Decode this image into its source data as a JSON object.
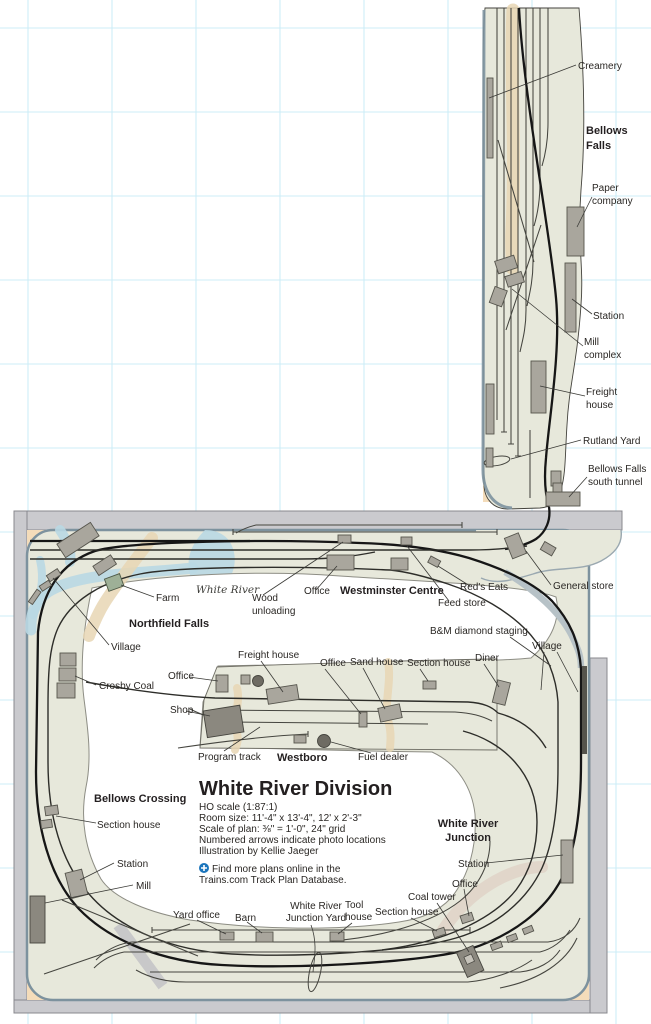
{
  "title_block": {
    "title": "White River Division",
    "scale_line": "HO scale (1:87:1)",
    "room_line": "Room size: 11'-4\" x 13'-4\", 12' x 2'-3\"",
    "plan_scale_line": "Scale of plan: ⅜\" = 1'-0\", 24\" grid",
    "arrows_line": "Numbered arrows indicate photo locations",
    "credit_line": "Illustration by Kellie Jaeger",
    "find_line_1": "Find more plans online in the",
    "find_line_2": "Trains.com Track Plan Database."
  },
  "shelf": {
    "region_1": "Bellows",
    "region_2": "Falls",
    "creamery": "Creamery",
    "paper_company_1": "Paper",
    "paper_company_2": "company",
    "station": "Station",
    "mill_complex_1": "Mill",
    "mill_complex_2": "complex",
    "freight_house_1": "Freight",
    "freight_house_2": "house",
    "rutland_yard": "Rutland Yard",
    "south_tunnel_1": "Bellows Falls",
    "south_tunnel_2": "south tunnel"
  },
  "main": {
    "farm": "Farm",
    "northfield_falls": "Northfield Falls",
    "village_nw": "Village",
    "crosby_coal": "Crosby Coal",
    "white_river": "White River",
    "wood_unloading_1": "Wood",
    "wood_unloading_2": "unloading",
    "office_top": "Office",
    "westminster_centre": "Westminster Centre",
    "feed_store": "Feed store",
    "reds_eats": "Red's Eats",
    "general_store": "General store",
    "bm_staging": "B&M diamond staging",
    "village_east": "Village",
    "diner": "Diner",
    "section_house_center": "Section house",
    "sand_house": "Sand house",
    "office_center": "Office",
    "freight_house": "Freight house",
    "office_west": "Office",
    "shop": "Shop",
    "program_track": "Program track",
    "westboro": "Westboro",
    "fuel_dealer": "Fuel dealer",
    "bellows_crossing": "Bellows Crossing",
    "section_house_sw": "Section house",
    "station_sw": "Station",
    "mill_sw": "Mill",
    "wrj_1": "White River",
    "wrj_2": "Junction",
    "station_se": "Station",
    "office_se": "Office",
    "coal_tower": "Coal tower",
    "section_house_south": "Section house",
    "yard_office": "Yard office",
    "barn": "Barn",
    "wrj_yard_1": "White River",
    "wrj_yard_2": "Junction Yard",
    "tool_house_1": "Tool",
    "tool_house_2": "house"
  },
  "colors": {
    "layout_surface": "#e7e8db",
    "benchwork_frame": "#cacace",
    "fascia_edge": "#7d929e",
    "track": "#161616",
    "water": "#b9d8e3",
    "road": "#e7d6b4",
    "corner_fill": "#f4dcba",
    "building": "#a9a69d",
    "building_dark": "#8b887f",
    "grid_line": "#cdedf7",
    "accent_blue": "#1b75bc"
  }
}
